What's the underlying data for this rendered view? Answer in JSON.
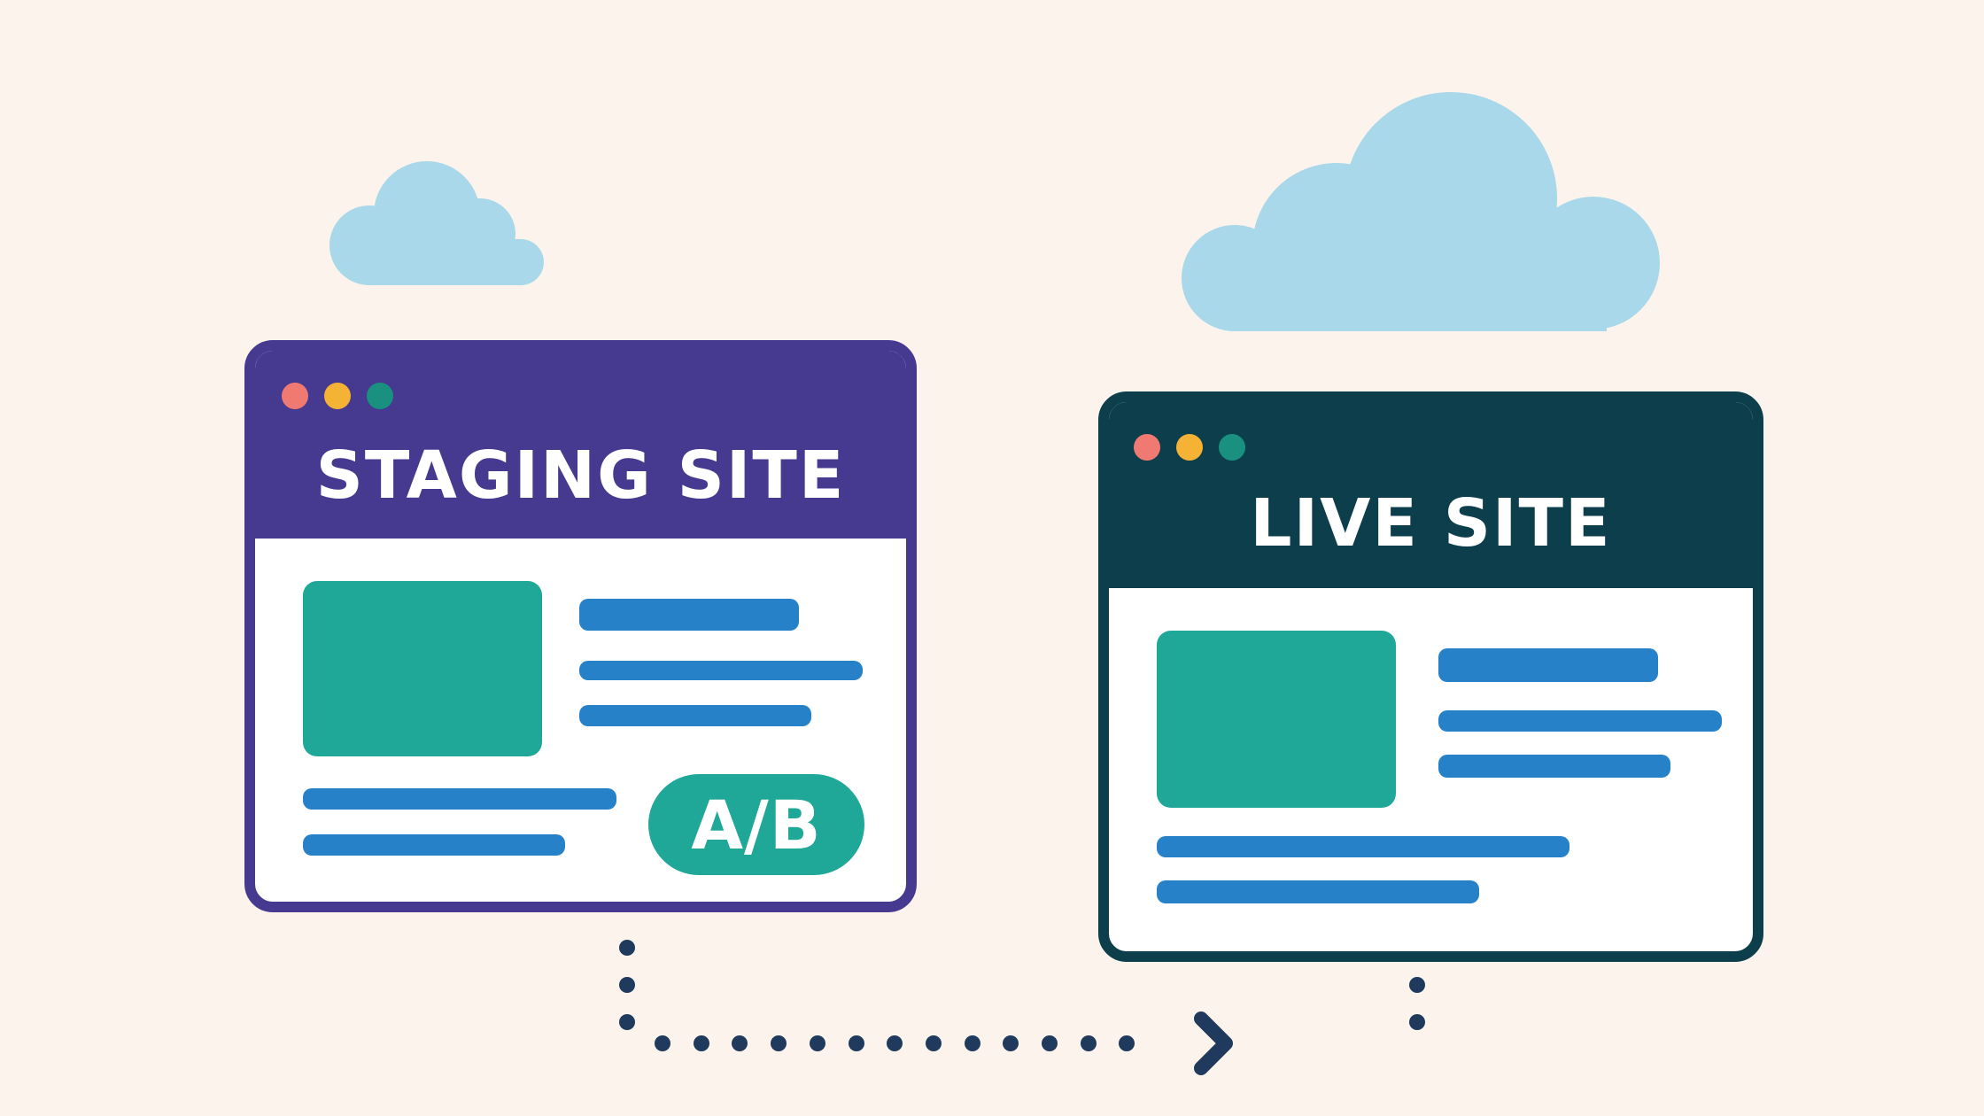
{
  "colors": {
    "background": "#fcf4ec",
    "staging_header": "#453990",
    "live_header": "#0d3e4c",
    "content_block": "#1fa897",
    "text_lines": "#2681c8",
    "cloud": "#a8d8ea",
    "connector": "#1f3a5c",
    "dot_red": "#f07a72",
    "dot_yellow": "#f5b335",
    "dot_teal": "#1a9080"
  },
  "staging_site": {
    "title": "STAGING SITE",
    "badge": "A/B"
  },
  "live_site": {
    "title": "LIVE SITE"
  },
  "icons": [
    "cloud-icon",
    "window-dots-icon",
    "arrow-right-icon"
  ]
}
